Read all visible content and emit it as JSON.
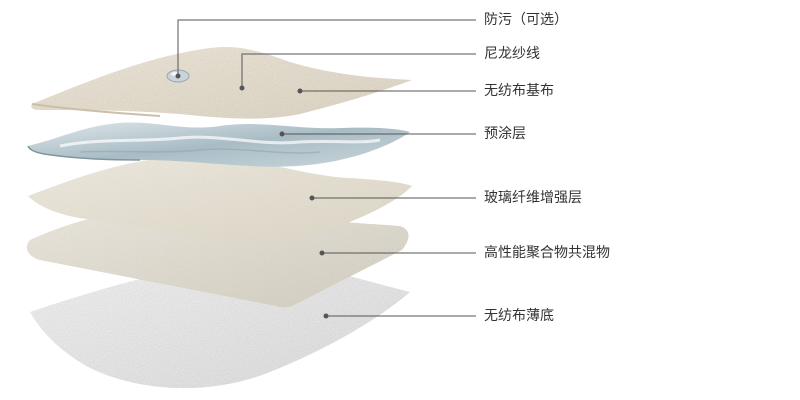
{
  "labels": {
    "stain_resistant": "防污（可选）",
    "nylon_yarn": "尼龙纱线",
    "nonwoven_base": "无纺布基布",
    "precoat": "预涂层",
    "fiberglass": "玻璃纤维增强层",
    "polymer_blend": "高性能聚合物共混物",
    "nonwoven_backing": "无纺布薄底"
  },
  "colors": {
    "carpet_top": "#e8e0cf",
    "precoat": "#b9c8cf",
    "fiberglass": "#e6e0d2",
    "polymer": "#ddd8cb",
    "backing": "#ececec",
    "leader_line": "#555555",
    "text": "#333333"
  }
}
